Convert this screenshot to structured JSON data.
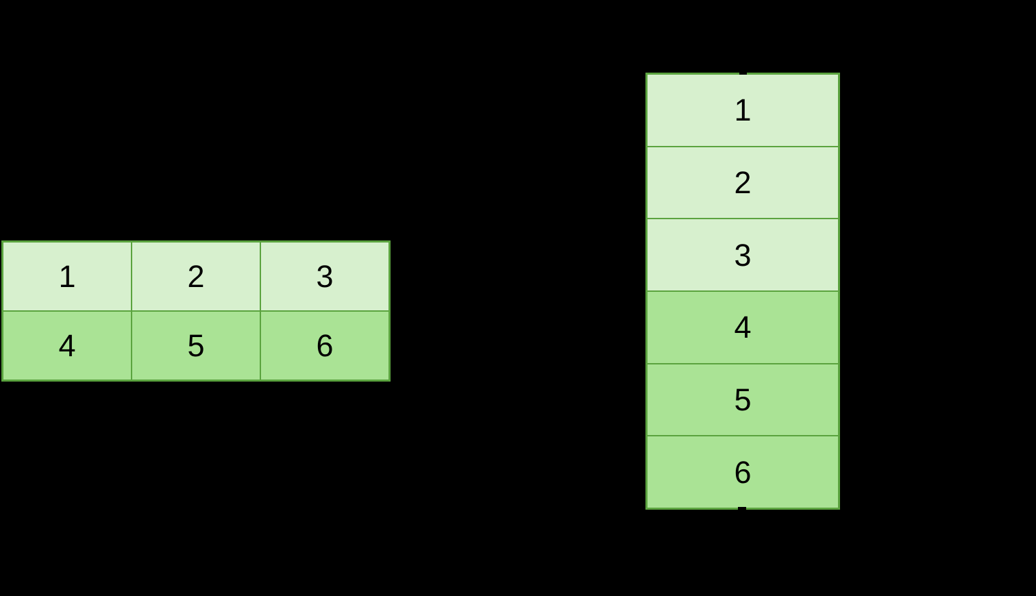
{
  "colors": {
    "canvas_bg": "#000000",
    "cell_light": "#d7f0ce",
    "cell_dark": "#aae395",
    "border": "#5ba33f",
    "digit": "#000000"
  },
  "matrix_table": {
    "description": "2x3 matrix of values",
    "rows": [
      [
        "1",
        "2",
        "3"
      ],
      [
        "4",
        "5",
        "6"
      ]
    ]
  },
  "vector_table": {
    "description": "6x1 column of values",
    "values": [
      "1",
      "2",
      "3",
      "4",
      "5",
      "6"
    ]
  }
}
